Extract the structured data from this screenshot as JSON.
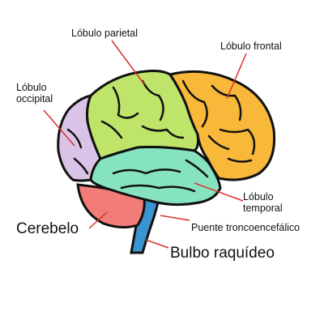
{
  "labels": {
    "parietal": "Lóbulo parietal",
    "frontal": "Lóbulo frontal",
    "occipital_line1": "Lóbulo",
    "occipital_line2": "occipital",
    "temporal_line1": "Lóbulo",
    "temporal_line2": "temporal",
    "cerebelo": "Cerebelo",
    "puente": "Puente troncoencefálico",
    "bulbo": "Bulbo raquídeo"
  },
  "colors": {
    "parietal": "#bfe46a",
    "frontal": "#f8b93a",
    "occipital": "#d9c4e8",
    "temporal": "#86e3c0",
    "cerebelo": "#f27c78",
    "brainstem": "#3a94d0",
    "leader_line": "#d9302a",
    "outline": "#111111"
  }
}
